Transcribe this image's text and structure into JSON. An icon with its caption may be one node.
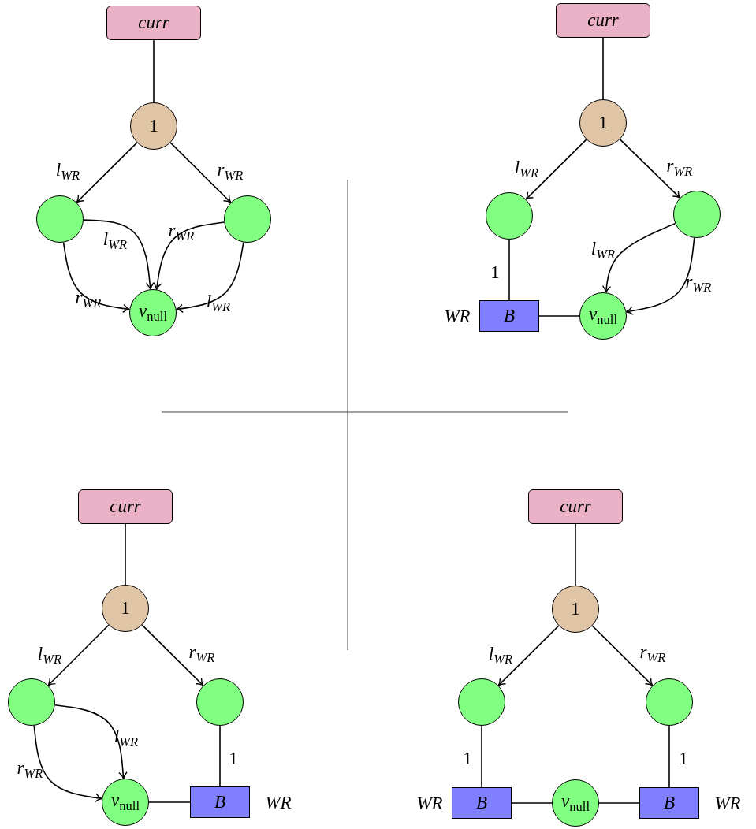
{
  "diagram": {
    "nodes": [
      {
        "text": [
          "curr"
        ]
      },
      {
        "text": [
          "1"
        ]
      },
      {
        "text": [],
        "shape": "circle"
      },
      {
        "text": [],
        "shape": "circle"
      },
      {
        "text": [
          "*v*$_{null}$"
        ]
      },
      {
        "text": [
          "curr"
        ]
      },
      {
        "text": [
          "1"
        ]
      },
      {
        "text": [],
        "shape": "circle"
      },
      {
        "text": [],
        "shape": "circle"
      },
      {
        "text": [
          "B"
        ],
        "beside": [
          "WR"
        ]
      },
      {
        "text": [
          "*v*$_{null}$"
        ]
      },
      {
        "text": [
          "curr"
        ]
      },
      {
        "text": [
          "1"
        ]
      },
      {
        "text": [],
        "shape": "circle"
      },
      {
        "text": [],
        "shape": "circle"
      },
      {
        "text": [
          "*v*$_{null}$"
        ]
      },
      {
        "text": [
          "B"
        ],
        "beside": [
          "WR"
        ]
      },
      {
        "text": [
          "curr"
        ]
      },
      {
        "text": [
          "1"
        ]
      },
      {
        "text": [],
        "shape": "circle"
      },
      {
        "text": [],
        "shape": "circle"
      },
      {
        "text": [
          "B"
        ],
        "beside": [
          "WR"
        ]
      },
      {
        "text": [
          "*v*$_{null}$"
        ]
      },
      {
        "text": [
          "B"
        ],
        "beside": [
          "WR"
        ]
      }
    ],
    "edges": [
      {
        "from": 0,
        "to": 1,
        "arrow": "none"
      },
      {
        "from": 1,
        "to": 2,
        "arrow": "to",
        "label": "l$_{WR}$"
      },
      {
        "from": 1,
        "to": 3,
        "arrow": "to",
        "label": "r$_{WR}$"
      },
      {
        "from": 2,
        "to": 4,
        "arrow": "to",
        "label": "l$_{WR}$"
      },
      {
        "from": 2,
        "to": 4,
        "arrow": "to",
        "label": "r$_{WR}$"
      },
      {
        "from": 3,
        "to": 4,
        "arrow": "to",
        "label": "r$_{WR}$"
      },
      {
        "from": 3,
        "to": 4,
        "arrow": "to",
        "label": "l$_{WR}$"
      },
      {
        "from": 5,
        "to": 6,
        "arrow": "none"
      },
      {
        "from": 6,
        "to": 7,
        "arrow": "to",
        "label": "l$_{WR}$"
      },
      {
        "from": 6,
        "to": 8,
        "arrow": "to",
        "label": "r$_{WR}$"
      },
      {
        "from": 7,
        "to": 9,
        "arrow": "none",
        "label": "1"
      },
      {
        "from": 9,
        "to": 10,
        "arrow": "none"
      },
      {
        "from": 8,
        "to": 10,
        "arrow": "to",
        "label": "l$_{WR}$"
      },
      {
        "from": 8,
        "to": 10,
        "arrow": "to",
        "label": "r$_{WR}$"
      },
      {
        "from": 11,
        "to": 12,
        "arrow": "none"
      },
      {
        "from": 12,
        "to": 13,
        "arrow": "to",
        "label": "l$_{WR}$"
      },
      {
        "from": 12,
        "to": 14,
        "arrow": "to",
        "label": "r$_{WR}$"
      },
      {
        "from": 13,
        "to": 15,
        "arrow": "to",
        "label": "l$_{WR}$"
      },
      {
        "from": 13,
        "to": 15,
        "arrow": "to",
        "label": "r$_{WR}$"
      },
      {
        "from": 14,
        "to": 16,
        "arrow": "none",
        "label": "1"
      },
      {
        "from": 15,
        "to": 16,
        "arrow": "none"
      },
      {
        "from": 17,
        "to": 18,
        "arrow": "none"
      },
      {
        "from": 18,
        "to": 19,
        "arrow": "to",
        "label": "l$_{WR}$"
      },
      {
        "from": 18,
        "to": 20,
        "arrow": "to",
        "label": "r$_{WR}$"
      },
      {
        "from": 19,
        "to": 21,
        "arrow": "none",
        "label": "1"
      },
      {
        "from": 21,
        "to": 22,
        "arrow": "none"
      },
      {
        "from": 22,
        "to": 23,
        "arrow": "none"
      },
      {
        "from": 20,
        "to": 23,
        "arrow": "none",
        "label": "1"
      }
    ]
  }
}
